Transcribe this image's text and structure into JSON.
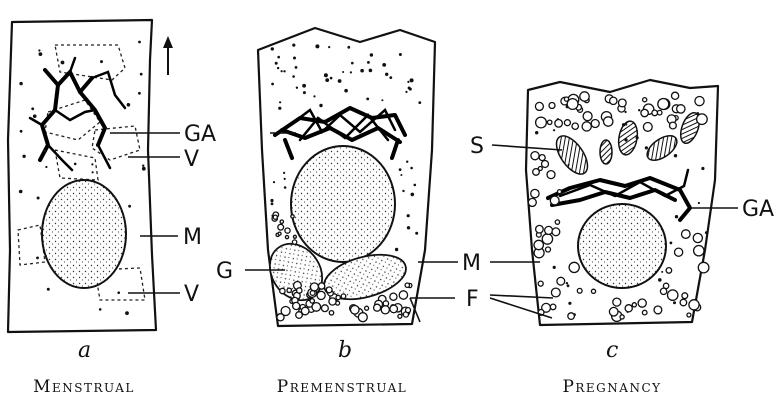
{
  "panels": [
    {
      "letter": "a",
      "caption": "Menstrual"
    },
    {
      "letter": "b",
      "caption": "Premenstrual"
    },
    {
      "letter": "c",
      "caption": "Pregnancy"
    }
  ],
  "labels": {
    "ga_a": "GA",
    "v_upper": "V",
    "m_a": "M",
    "v_lower": "V",
    "g": "G",
    "m_b": "M",
    "f": "F",
    "s": "S",
    "ga_c": "GA"
  }
}
